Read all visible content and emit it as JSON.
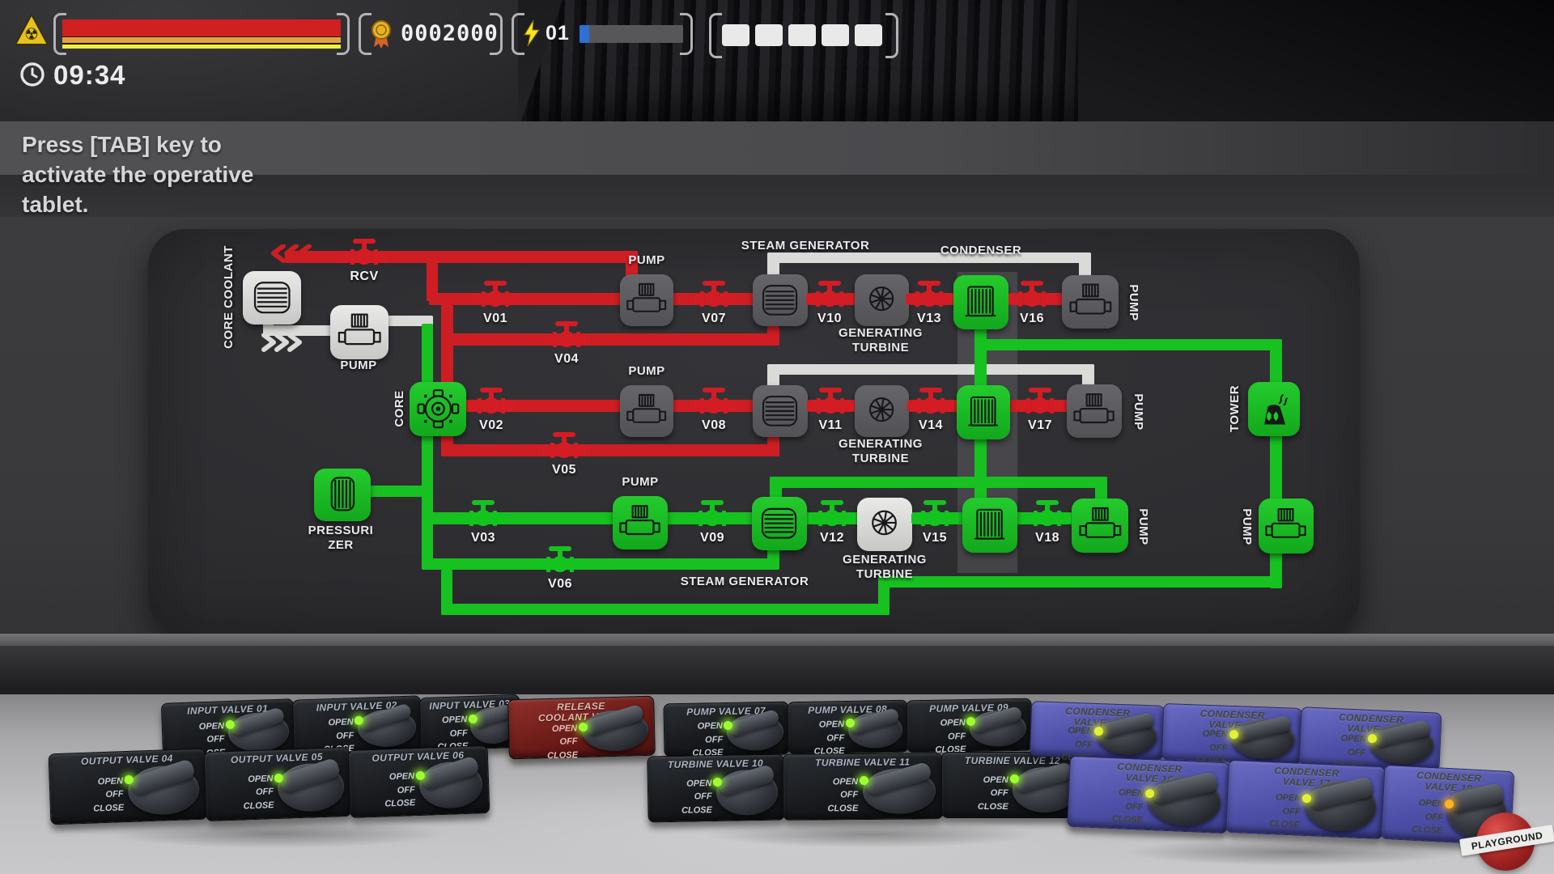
{
  "hud": {
    "score": "0002000",
    "energy_value": "01",
    "energy_progress_percent": 9,
    "time": "09:34",
    "slots_count": 5,
    "hint_lines": [
      "Press [TAB] key to",
      "activate the operative",
      "tablet."
    ],
    "icons": {
      "warning": "radiation-warning-icon",
      "medal": "medal-icon",
      "energy": "lightning-icon",
      "clock": "clock-icon"
    },
    "colors": {
      "health_red": "#d02020",
      "health_gold": "#e2a33c",
      "health_yellow": "#f2ee3f",
      "energy_fill": "#2e6fd8",
      "slot": "#e9e9e9"
    }
  },
  "schematic": {
    "colors": {
      "pipe_red": "#ce1e23",
      "pipe_green": "#16c120",
      "pipe_white": "#dadad8",
      "node_green": "#1ec627",
      "node_gray": "#5f5f63",
      "node_white": "#dfdfdd"
    },
    "nodes": [
      {
        "id": "core-coolant",
        "type": "heat-exchanger",
        "state": "white"
      },
      {
        "id": "coolant-pump",
        "type": "pump",
        "state": "white"
      },
      {
        "id": "core",
        "type": "core",
        "state": "green"
      },
      {
        "id": "pressurizer",
        "type": "pressurizer",
        "state": "green"
      },
      {
        "id": "pump-1",
        "type": "pump",
        "state": "gray"
      },
      {
        "id": "steam-generator-1",
        "type": "heat-exchanger",
        "state": "gray"
      },
      {
        "id": "turbine-1",
        "type": "turbine",
        "state": "gray"
      },
      {
        "id": "condenser-1",
        "type": "condenser",
        "state": "green"
      },
      {
        "id": "pump-top-right",
        "type": "pump",
        "state": "gray"
      },
      {
        "id": "pump-2",
        "type": "pump",
        "state": "gray"
      },
      {
        "id": "steam-generator-2",
        "type": "heat-exchanger",
        "state": "gray"
      },
      {
        "id": "turbine-2",
        "type": "turbine",
        "state": "gray"
      },
      {
        "id": "condenser-2",
        "type": "condenser",
        "state": "green"
      },
      {
        "id": "pump-mid-right",
        "type": "pump",
        "state": "gray"
      },
      {
        "id": "tower",
        "type": "cooling-tower",
        "state": "green"
      },
      {
        "id": "pump-3",
        "type": "pump",
        "state": "green"
      },
      {
        "id": "steam-generator-3",
        "type": "heat-exchanger",
        "state": "green"
      },
      {
        "id": "turbine-3",
        "type": "turbine",
        "state": "white"
      },
      {
        "id": "condenser-3",
        "type": "condenser",
        "state": "green"
      },
      {
        "id": "pump-4",
        "type": "pump",
        "state": "green"
      },
      {
        "id": "pump-5",
        "type": "pump",
        "state": "green"
      }
    ],
    "labels": [
      {
        "id": "core-coolant",
        "lines": [
          "CORE COOLANT"
        ]
      },
      {
        "id": "coolant-pump",
        "lines": [
          "PUMP"
        ]
      },
      {
        "id": "core",
        "lines": [
          "CORE"
        ]
      },
      {
        "id": "pressurizer",
        "lines": [
          "PRESSURI",
          "ZER"
        ]
      },
      {
        "id": "pump-1",
        "lines": [
          "PUMP"
        ]
      },
      {
        "id": "steam-generator-1",
        "lines": [
          "STEAM GENERATOR"
        ]
      },
      {
        "id": "turbine-1",
        "lines": [
          "GENERATING",
          "TURBINE"
        ]
      },
      {
        "id": "condenser-1",
        "lines": [
          "CONDENSER"
        ]
      },
      {
        "id": "pump-top-right",
        "lines": [
          "PUMP"
        ]
      },
      {
        "id": "pump-2",
        "lines": [
          "PUMP"
        ]
      },
      {
        "id": "turbine-2",
        "lines": [
          "GENERATING",
          "TURBINE"
        ]
      },
      {
        "id": "pump-mid-right",
        "lines": [
          "PUMP"
        ]
      },
      {
        "id": "tower",
        "lines": [
          "TOWER"
        ]
      },
      {
        "id": "pump-3",
        "lines": [
          "PUMP"
        ]
      },
      {
        "id": "steam-generator-3",
        "lines": [
          "STEAM GENERATOR"
        ]
      },
      {
        "id": "turbine-3",
        "lines": [
          "GENERATING",
          "TURBINE"
        ]
      },
      {
        "id": "pump-4",
        "lines": [
          "PUMP"
        ]
      },
      {
        "id": "pump-5",
        "lines": [
          "PUMP"
        ]
      }
    ],
    "valves": [
      {
        "id": "rcv",
        "label": "RCV",
        "color": "red"
      },
      {
        "id": "v01",
        "label": "V01",
        "color": "red"
      },
      {
        "id": "v02",
        "label": "V02",
        "color": "red"
      },
      {
        "id": "v03",
        "label": "V03",
        "color": "green"
      },
      {
        "id": "v04",
        "label": "V04",
        "color": "red"
      },
      {
        "id": "v05",
        "label": "V05",
        "color": "red"
      },
      {
        "id": "v06",
        "label": "V06",
        "color": "green"
      },
      {
        "id": "v07",
        "label": "V07",
        "color": "red"
      },
      {
        "id": "v08",
        "label": "V08",
        "color": "red"
      },
      {
        "id": "v09",
        "label": "V09",
        "color": "green"
      },
      {
        "id": "v10",
        "label": "V10",
        "color": "red"
      },
      {
        "id": "v11",
        "label": "V11",
        "color": "red"
      },
      {
        "id": "v12",
        "label": "V12",
        "color": "green"
      },
      {
        "id": "v13",
        "label": "V13",
        "color": "red"
      },
      {
        "id": "v14",
        "label": "V14",
        "color": "red"
      },
      {
        "id": "v15",
        "label": "V15",
        "color": "green"
      },
      {
        "id": "v16",
        "label": "V16",
        "color": "red"
      },
      {
        "id": "v17",
        "label": "V17",
        "color": "red"
      },
      {
        "id": "v18",
        "label": "V18",
        "color": "green"
      }
    ]
  },
  "control_panels": {
    "open_label": "OPEN",
    "off_label": "OFF",
    "close_label": "CLOSE",
    "items": [
      {
        "id": "input-valve-01",
        "title": [
          "INPUT VALVE 01"
        ],
        "style": "dark",
        "led": "green"
      },
      {
        "id": "input-valve-02",
        "title": [
          "INPUT VALVE 02"
        ],
        "style": "dark",
        "led": "green"
      },
      {
        "id": "input-valve-03",
        "title": [
          "INPUT VALVE 03"
        ],
        "style": "dark",
        "led": "green"
      },
      {
        "id": "output-valve-04",
        "title": [
          "OUTPUT VALVE 04"
        ],
        "style": "dark",
        "led": "green"
      },
      {
        "id": "output-valve-05",
        "title": [
          "OUTPUT VALVE 05"
        ],
        "style": "dark",
        "led": "green"
      },
      {
        "id": "output-valve-06",
        "title": [
          "OUTPUT VALVE 06"
        ],
        "style": "dark",
        "led": "green"
      },
      {
        "id": "release-coolant-valve",
        "title": [
          "RELEASE",
          "COOLANT VALVE"
        ],
        "style": "red",
        "led": "green"
      },
      {
        "id": "pump-valve-07",
        "title": [
          "PUMP VALVE 07"
        ],
        "style": "dark",
        "led": "green"
      },
      {
        "id": "pump-valve-08",
        "title": [
          "PUMP VALVE 08"
        ],
        "style": "dark",
        "led": "green"
      },
      {
        "id": "pump-valve-09",
        "title": [
          "PUMP VALVE 09"
        ],
        "style": "dark",
        "led": "green"
      },
      {
        "id": "turbine-valve-10",
        "title": [
          "TURBINE VALVE 10"
        ],
        "style": "dark",
        "led": "green"
      },
      {
        "id": "turbine-valve-11",
        "title": [
          "TURBINE VALVE 11"
        ],
        "style": "dark",
        "led": "green"
      },
      {
        "id": "turbine-valve-12",
        "title": [
          "TURBINE VALVE 12"
        ],
        "style": "dark",
        "led": "green"
      },
      {
        "id": "condenser-valve-13",
        "title": [
          "CONDENSER",
          "VALVE 13"
        ],
        "style": "blue",
        "led": "yellow"
      },
      {
        "id": "condenser-valve-14",
        "title": [
          "CONDENSER",
          "VALVE 14"
        ],
        "style": "blue",
        "led": "yellow"
      },
      {
        "id": "condenser-valve-15",
        "title": [
          "CONDENSER",
          "VALVE 15"
        ],
        "style": "blue",
        "led": "yellow"
      },
      {
        "id": "condenser-valve-16",
        "title": [
          "CONDENSER",
          "VALVE 16"
        ],
        "style": "blue",
        "led": "yellow"
      },
      {
        "id": "condenser-valve-17",
        "title": [
          "CONDENSER",
          "VALVE 17"
        ],
        "style": "blue",
        "led": "yellow"
      },
      {
        "id": "condenser-valve-18",
        "title": [
          "CONDENSER",
          "VALVE 18"
        ],
        "style": "blue",
        "led": "orange"
      }
    ]
  },
  "logo": {
    "text": "PLAYGROUND"
  }
}
